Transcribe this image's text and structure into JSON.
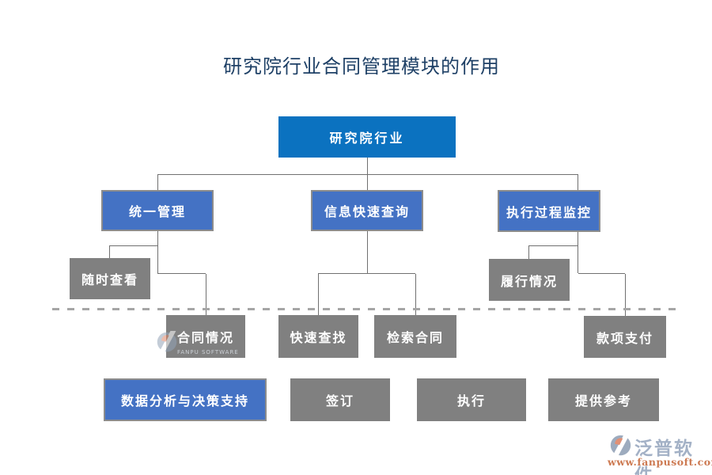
{
  "title": "研究院行业合同管理模块的作用",
  "nodes": {
    "root": {
      "label": "研究院行业"
    },
    "level2": [
      {
        "label": "统一管理"
      },
      {
        "label": "信息快速查询"
      },
      {
        "label": "执行过程监控"
      }
    ],
    "gray": [
      {
        "label": "随时查看"
      },
      {
        "label": "合同情况"
      },
      {
        "label": "快速查找"
      },
      {
        "label": "检索合同"
      },
      {
        "label": "履行情况"
      },
      {
        "label": "款项支付"
      }
    ],
    "bottom": [
      {
        "label": "数据分析与决策支持"
      },
      {
        "label": "签订"
      },
      {
        "label": "执行"
      },
      {
        "label": "提供参考"
      }
    ]
  },
  "watermark": {
    "brand": "泛普软件",
    "url": "www.fanpusoft.com",
    "logo_caption": "FANPU SOFTWARE"
  },
  "colors": {
    "root_fill": "#0b72c0",
    "level2_fill": "#4472c4",
    "gray_fill": "#808080",
    "connector": "#707070",
    "dashed_line": "#a6a6a6",
    "title_text": "#1e4066",
    "brand_text": "#a3b1c6",
    "url_text": "#cd7a52",
    "logo_orange": "#df8465",
    "logo_slate": "#93a3b8"
  }
}
